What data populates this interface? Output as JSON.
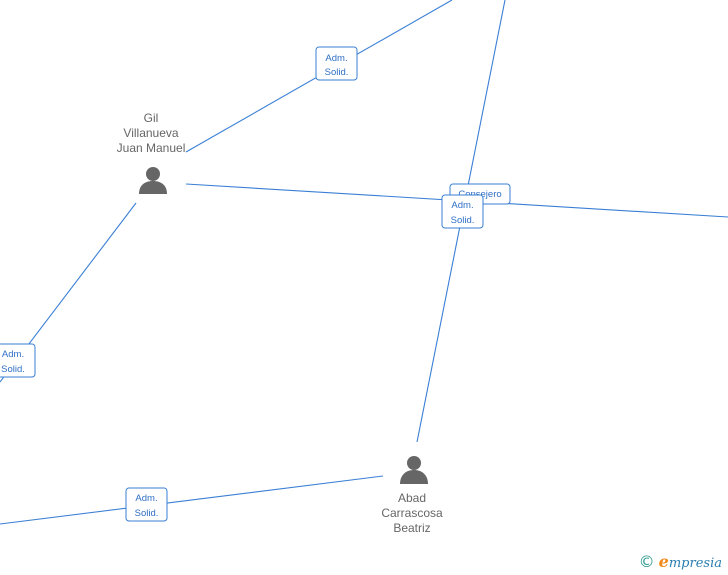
{
  "nodes": [
    {
      "id": "gil",
      "name_lines": [
        "Gil",
        "Villanueva",
        "Juan Manuel"
      ],
      "icon": "person-icon"
    },
    {
      "id": "abad",
      "name_lines": [
        "Abad",
        "Carrascosa",
        "Beatriz"
      ],
      "icon": "person-icon"
    }
  ],
  "edge_labels": {
    "adm_solid": [
      "Adm.",
      "Solid."
    ],
    "consejero": "Consejero"
  },
  "watermark": {
    "copyright": "©",
    "brand_initial": "e",
    "brand_rest": "mpresia"
  },
  "colors": {
    "edge": "#3a7fd5",
    "node_text": "#666666",
    "brand_orange": "#f08a1c",
    "brand_blue": "#2a7fb0"
  }
}
